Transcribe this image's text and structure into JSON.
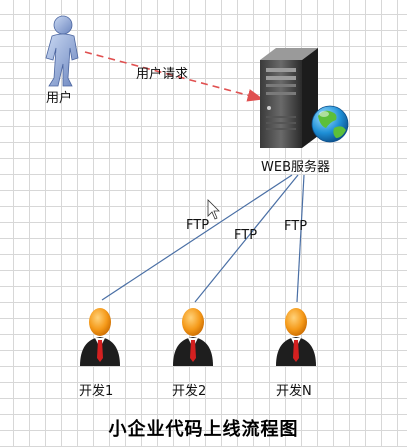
{
  "nodes": {
    "user": {
      "label": "用户"
    },
    "web_server": {
      "label": "WEB服务器"
    },
    "dev1": {
      "label": "开发1"
    },
    "dev2": {
      "label": "开发2"
    },
    "devN": {
      "label": "开发N"
    }
  },
  "edges": {
    "request": {
      "label": "用户请求",
      "color": "#e05050",
      "style": "dashed"
    },
    "ftp1": {
      "label": "FTP",
      "color": "#4a6fa5"
    },
    "ftp2": {
      "label": "FTP",
      "color": "#4a6fa5"
    },
    "ftp3": {
      "label": "FTP",
      "color": "#4a6fa5"
    }
  },
  "title": "小企业代码上线流程图",
  "icons": [
    "user-icon",
    "server-icon",
    "globe-icon",
    "developer-icon",
    "cursor-icon"
  ]
}
